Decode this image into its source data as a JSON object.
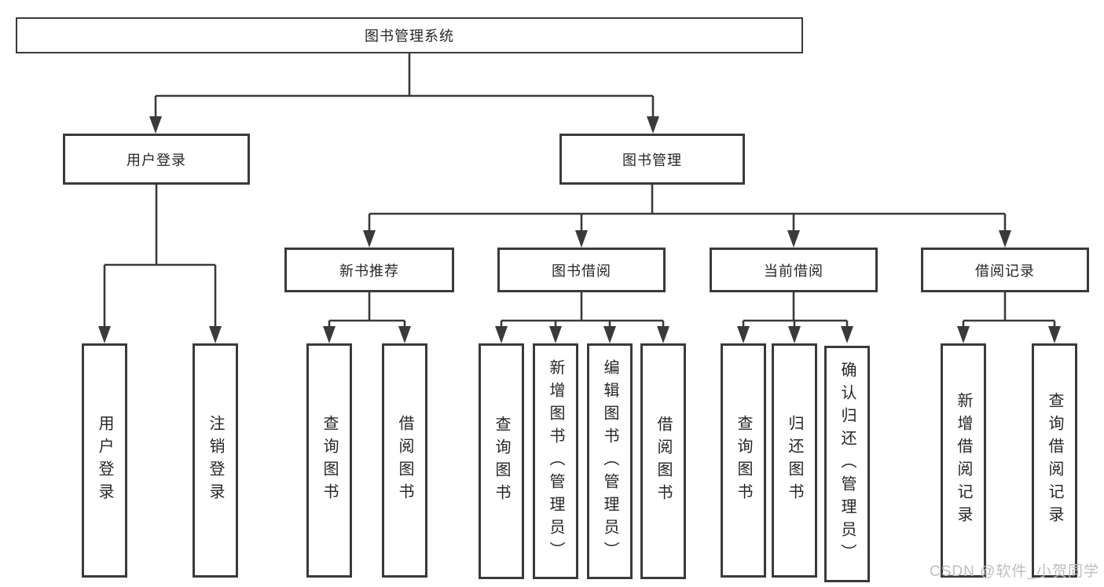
{
  "diagram": {
    "root": "图书管理系统",
    "branches": [
      {
        "label": "用户登录",
        "children": [
          "用户登录",
          "注销登录"
        ]
      },
      {
        "label": "图书管理",
        "sections": [
          {
            "label": "新书推荐",
            "children": [
              "查询图书",
              "借阅图书"
            ]
          },
          {
            "label": "图书借阅",
            "children": [
              "查询图书",
              "新增图书（管理员）",
              "编辑图书（管理员）",
              "借阅图书"
            ]
          },
          {
            "label": "当前借阅",
            "children": [
              "查询图书",
              "归还图书",
              "确认归还（管理员）"
            ]
          },
          {
            "label": "借阅记录",
            "children": [
              "新增借阅记录",
              "查询借阅记录"
            ]
          }
        ]
      }
    ]
  },
  "watermark": "CSDN @软件_小贺同学",
  "colors": {
    "line": "#3a3a3a",
    "text": "#262626",
    "bg": "#ffffff",
    "watermark": "#bdbdbd"
  }
}
